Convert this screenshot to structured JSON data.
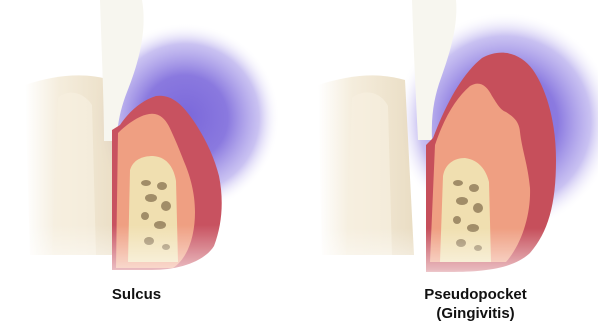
{
  "captions": {
    "left": "Sulcus",
    "right_line1": "Pseudopocket",
    "right_line2": "(Gingivitis)"
  },
  "colors": {
    "background": "#ffffff",
    "tooth_root": "#efe2c8",
    "enamel": "#f8f8f2",
    "sulcus_fluid": "#8877dc",
    "gingiva_outer": "#c64f5b",
    "gingiva_inner": "#ee9b80",
    "bone": "#f0dfb0",
    "bone_holes": "#9f8b66"
  }
}
